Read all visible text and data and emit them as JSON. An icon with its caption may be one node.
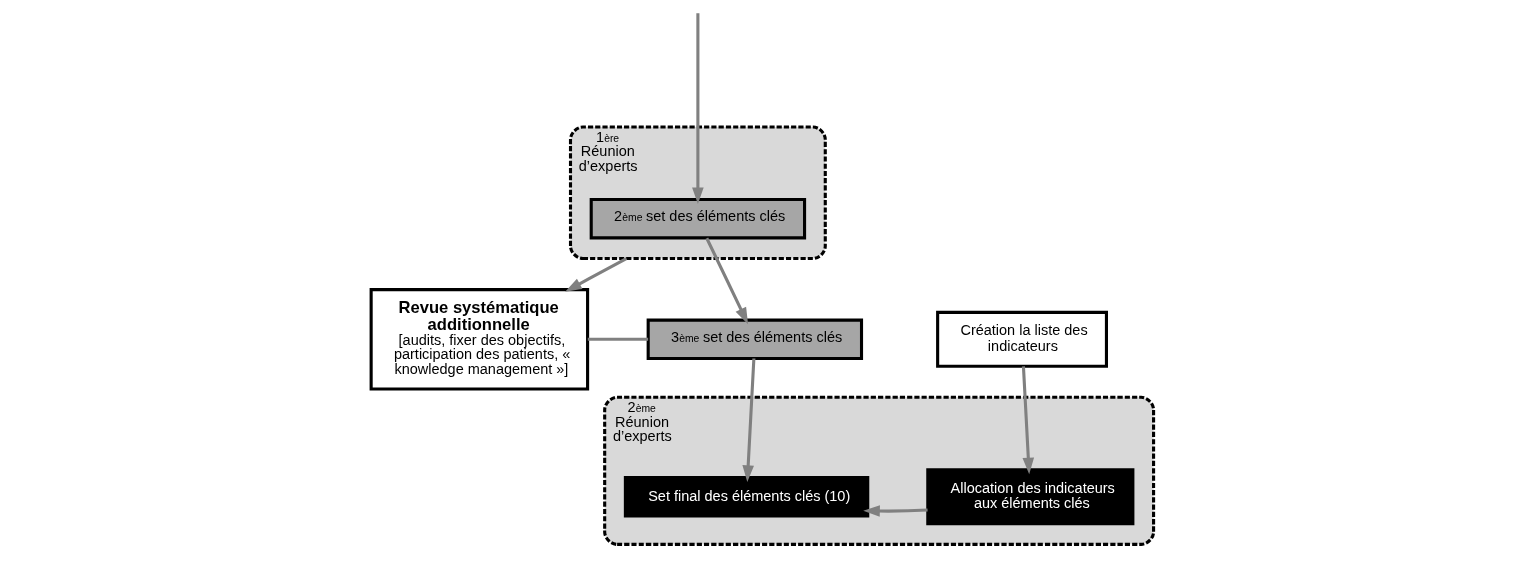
{
  "diagram": {
    "nodes": [
      {
        "text": [
          "1$^{ère}$ Réunion d’experts"
        ]
      },
      {
        "text": [
          "2$^{ème}$ set des éléments clés"
        ],
        "in": 0
      },
      {
        "text": [
          "Revue systématique additionnelle",
          "[audits, fixer des objectifs, participation des patients, « knowledge management »]"
        ]
      },
      {
        "text": [
          "3$^{ème}$ set des éléments clés"
        ]
      },
      {
        "text": [
          "Création la liste des indicateurs"
        ]
      },
      {
        "text": [
          "2$^{ème}$ Réunion d’experts"
        ]
      },
      {
        "text": [
          "Set final des éléments clés (10)"
        ],
        "in": 5
      },
      {
        "text": [
          "Allocation des indicateurs aux éléments clés"
        ],
        "in": 5
      }
    ],
    "edges": [
      {
        "from": null,
        "to": 1,
        "arrow": "to"
      },
      {
        "from": 0,
        "to": 2,
        "arrow": "to"
      },
      {
        "from": 1,
        "to": 3,
        "arrow": "to"
      },
      {
        "from": 2,
        "to": 3,
        "arrow": "none"
      },
      {
        "from": 3,
        "to": 6,
        "arrow": "to"
      },
      {
        "from": 4,
        "to": 7,
        "arrow": "to"
      },
      {
        "from": 7,
        "to": 6,
        "arrow": "to"
      }
    ]
  }
}
